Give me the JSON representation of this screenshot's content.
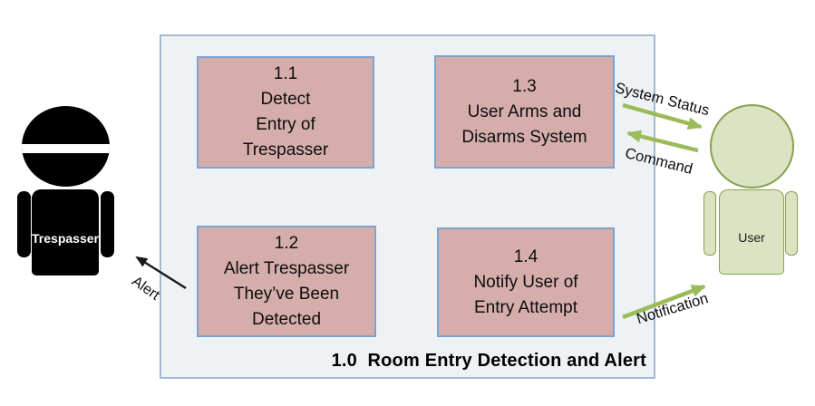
{
  "diagram": {
    "container": {
      "label": "1.0  Room Entry Detection and Alert"
    },
    "processes": [
      {
        "id": "1.1",
        "lines": [
          "1.1",
          "Detect",
          "Entry of",
          "Trespasser"
        ]
      },
      {
        "id": "1.2",
        "lines": [
          "1.2",
          "Alert Trespasser",
          "They’ve Been",
          "Detected"
        ]
      },
      {
        "id": "1.3",
        "lines": [
          "1.3",
          "User Arms and",
          "Disarms System"
        ]
      },
      {
        "id": "1.4",
        "lines": [
          "1.4",
          "Notify User of",
          "Entry Attempt"
        ]
      }
    ],
    "actors": {
      "trespasser": {
        "label": "Trespasser"
      },
      "user": {
        "label": "User"
      }
    },
    "flows": [
      {
        "label": "System Status",
        "from": "1.3",
        "to": "User",
        "color": "#9bbb59"
      },
      {
        "label": "Command",
        "from": "User",
        "to": "1.3",
        "color": "#9bbb59"
      },
      {
        "label": "Alert",
        "from": "1.2",
        "to": "Trespasser",
        "color": "#000000"
      },
      {
        "label": "Notification",
        "from": "1.4",
        "to": "User",
        "color": "#9bbb59"
      }
    ],
    "colors": {
      "process_fill": "#d5aeac",
      "process_border": "#7da2cf",
      "container_fill": "#eef2f4",
      "container_border": "#a2b9d4",
      "actor_user_fill": "#dae4c3",
      "actor_user_border": "#87a14c",
      "actor_trespasser_fill": "#000000",
      "flow_green": "#9bbb59",
      "flow_black": "#1a1a1a"
    }
  }
}
